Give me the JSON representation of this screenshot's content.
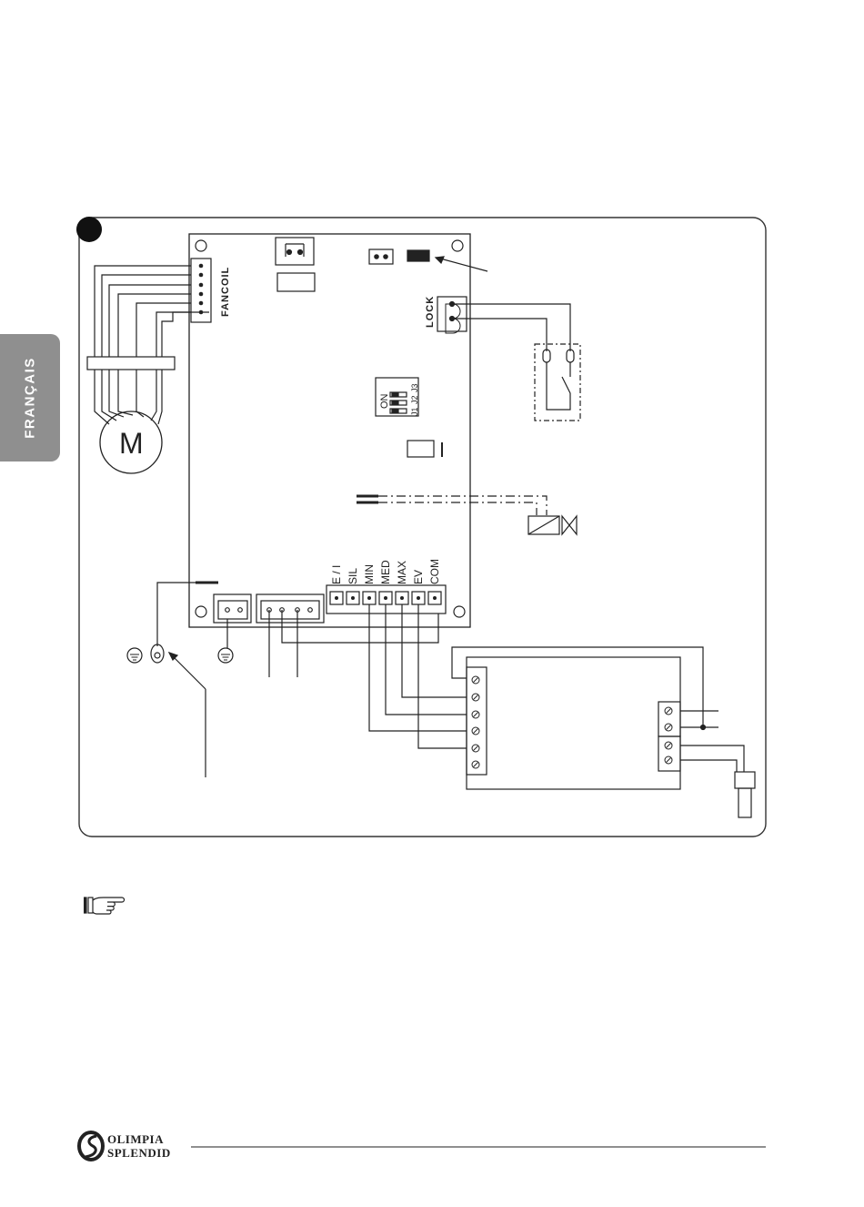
{
  "side_tab": {
    "label": "FRANÇAIS"
  },
  "board": {
    "fancoil_label": "FANCOIL",
    "lock_label": "LOCK",
    "dip_switch": {
      "on_label": "ON",
      "switch_labels": [
        "J1",
        "J2",
        "J3"
      ]
    }
  },
  "motor": {
    "label": "M"
  },
  "terminal_labels": [
    "E / I",
    "SIL",
    "MIN",
    "MED",
    "MAX",
    "EV",
    "COM"
  ],
  "brand": {
    "line1": "OLIMPIA",
    "line2": "SPLENDID"
  },
  "colors": {
    "ink": "#222222",
    "tab_gray": "#8f8f8f",
    "frame": "#333333"
  }
}
